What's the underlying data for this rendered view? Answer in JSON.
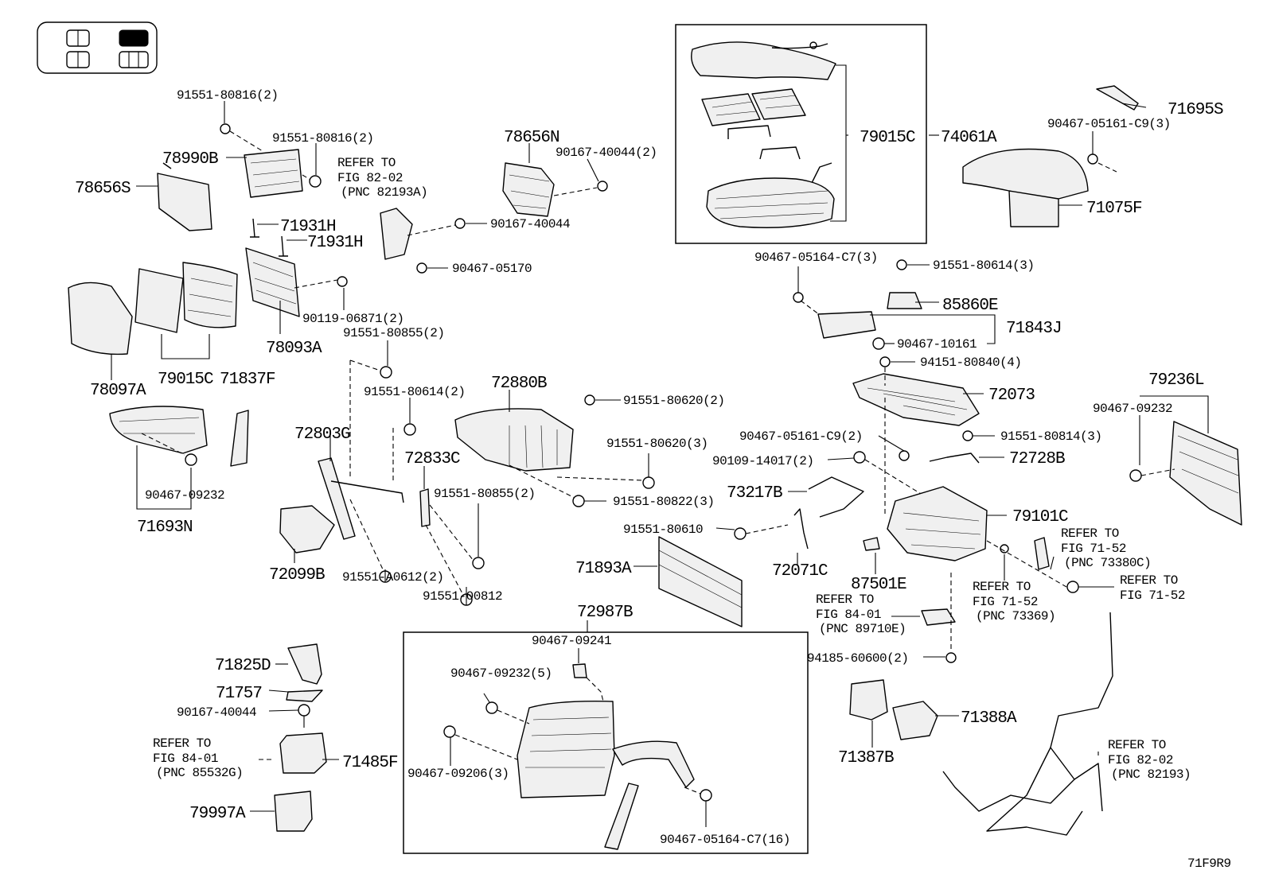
{
  "diagram_code": "71F9R9",
  "seat_locator": {
    "highlighted_position": "front-right"
  },
  "callouts": {
    "c01": "91551-80816(2)",
    "c02": "91551-80816(2)",
    "c03": "78990B",
    "c04": "78656S",
    "c05": "71931H",
    "c06": "71931H",
    "c07": "90119-06871(2)",
    "c08": "78093A",
    "c09": "78097A",
    "c10": "79015C",
    "c11": "71837F",
    "c12": "90467-09232",
    "c13": "71693N",
    "c14": "72099B",
    "c15": "72803G",
    "c16": "91551-80855(2)",
    "c17": "91551-80614(2)",
    "c18": "91551-A0612(2)",
    "c19": "91551-00812",
    "c20": "72833C",
    "c21": "91551-80855(2)",
    "c22": "78656N",
    "c23": "90167-40044(2)",
    "c24": "90167-40044",
    "c25": "90467-05170",
    "c26": "72880B",
    "c27": "91551-80620(2)",
    "c28": "91551-80620(3)",
    "c29": "91551-80822(3)",
    "c30": "79015C",
    "c31": "74061A",
    "c32": "71695S",
    "c33": "90467-05161-C9(3)",
    "c34": "71075F",
    "c35": "90467-05164-C7(3)",
    "c36": "91551-80614(3)",
    "c37": "85860E",
    "c38": "71843J",
    "c39": "90467-10161",
    "c40": "94151-80840(4)",
    "c41": "72073",
    "c42": "91551-80814(3)",
    "c43": "90467-05161-C9(2)",
    "c44": "72728B",
    "c45": "90109-14017(2)",
    "c46": "73217B",
    "c47": "79101C",
    "c48": "91551-80610",
    "c49": "72071C",
    "c50": "71893A",
    "c51": "87501E",
    "c52": "79236L",
    "c53": "90467-09232",
    "c54": "72987B",
    "c55": "90467-09241",
    "c56": "90467-09232(5)",
    "c57": "90467-09206(3)",
    "c58": "90467-05164-C7(16)",
    "c59": "71825D",
    "c60": "71757",
    "c61": "90167-40044",
    "c62": "71485F",
    "c63": "79997A",
    "c64": "94185-60600(2)",
    "c65": "71387B",
    "c66": "71388A"
  },
  "references": {
    "r1": {
      "line1": "REFER TO",
      "line2": "FIG 82-02",
      "line3": "(PNC 82193A)"
    },
    "r2": {
      "line1": "REFER TO",
      "line2": "FIG 71-52",
      "line3": "(PNC 73380C)"
    },
    "r3": {
      "line1": "REFER TO",
      "line2": "FIG 71-52",
      "line3": "(PNC 73369)"
    },
    "r4": {
      "line1": "REFER TO",
      "line2": "FIG 71-52"
    },
    "r5": {
      "line1": "REFER TO",
      "line2": "FIG 84-01",
      "line3": "(PNC 89710E)"
    },
    "r6": {
      "line1": "REFER TO",
      "line2": "FIG 84-01",
      "line3": "(PNC 85532G)"
    },
    "r7": {
      "line1": "REFER TO",
      "line2": "FIG 82-02",
      "line3": "(PNC 82193)"
    }
  }
}
